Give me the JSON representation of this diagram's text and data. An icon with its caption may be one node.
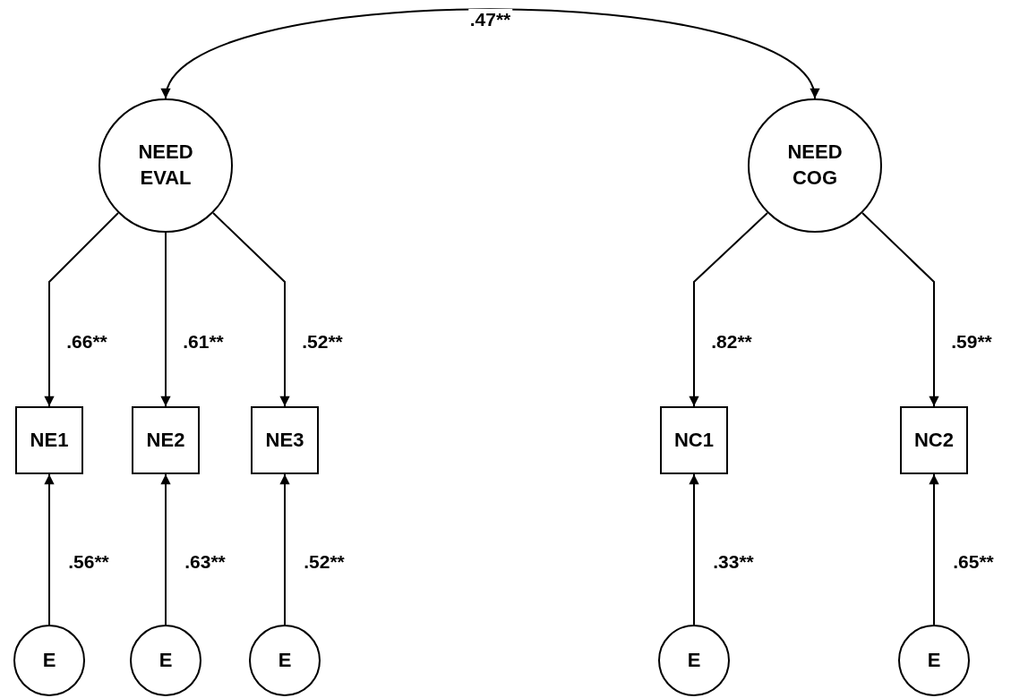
{
  "diagram": {
    "nodes": [
      {
        "text": [
          "NEED EVAL"
        ]
      },
      {
        "text": [
          "NEED COG"
        ]
      },
      {
        "text": [
          "NE1"
        ]
      },
      {
        "text": [
          "NE2"
        ]
      },
      {
        "text": [
          "NE3"
        ]
      },
      {
        "text": [
          "NC1"
        ]
      },
      {
        "text": [
          "NC2"
        ]
      },
      {
        "text": [
          "E"
        ]
      },
      {
        "text": [
          "E"
        ]
      },
      {
        "text": [
          "E"
        ]
      },
      {
        "text": [
          "E"
        ]
      },
      {
        "text": [
          "E"
        ]
      }
    ],
    "edges": [
      {
        "from": 0,
        "to": 1,
        "arrow": "both",
        "label": ".47**"
      },
      {
        "from": 0,
        "to": 2,
        "arrow": "to",
        "label": ".66**"
      },
      {
        "from": 0,
        "to": 3,
        "arrow": "to",
        "label": ".61**"
      },
      {
        "from": 0,
        "to": 4,
        "arrow": "to",
        "label": ".52**"
      },
      {
        "from": 1,
        "to": 5,
        "arrow": "to",
        "label": ".82**"
      },
      {
        "from": 1,
        "to": 6,
        "arrow": "to",
        "label": ".59**"
      },
      {
        "from": 7,
        "to": 2,
        "arrow": "to",
        "label": ".56**"
      },
      {
        "from": 8,
        "to": 3,
        "arrow": "to",
        "label": ".63**"
      },
      {
        "from": 9,
        "to": 4,
        "arrow": "to",
        "label": ".52**"
      },
      {
        "from": 10,
        "to": 5,
        "arrow": "to",
        "label": ".33**"
      },
      {
        "from": 11,
        "to": 6,
        "arrow": "to",
        "label": ".65**"
      }
    ]
  }
}
